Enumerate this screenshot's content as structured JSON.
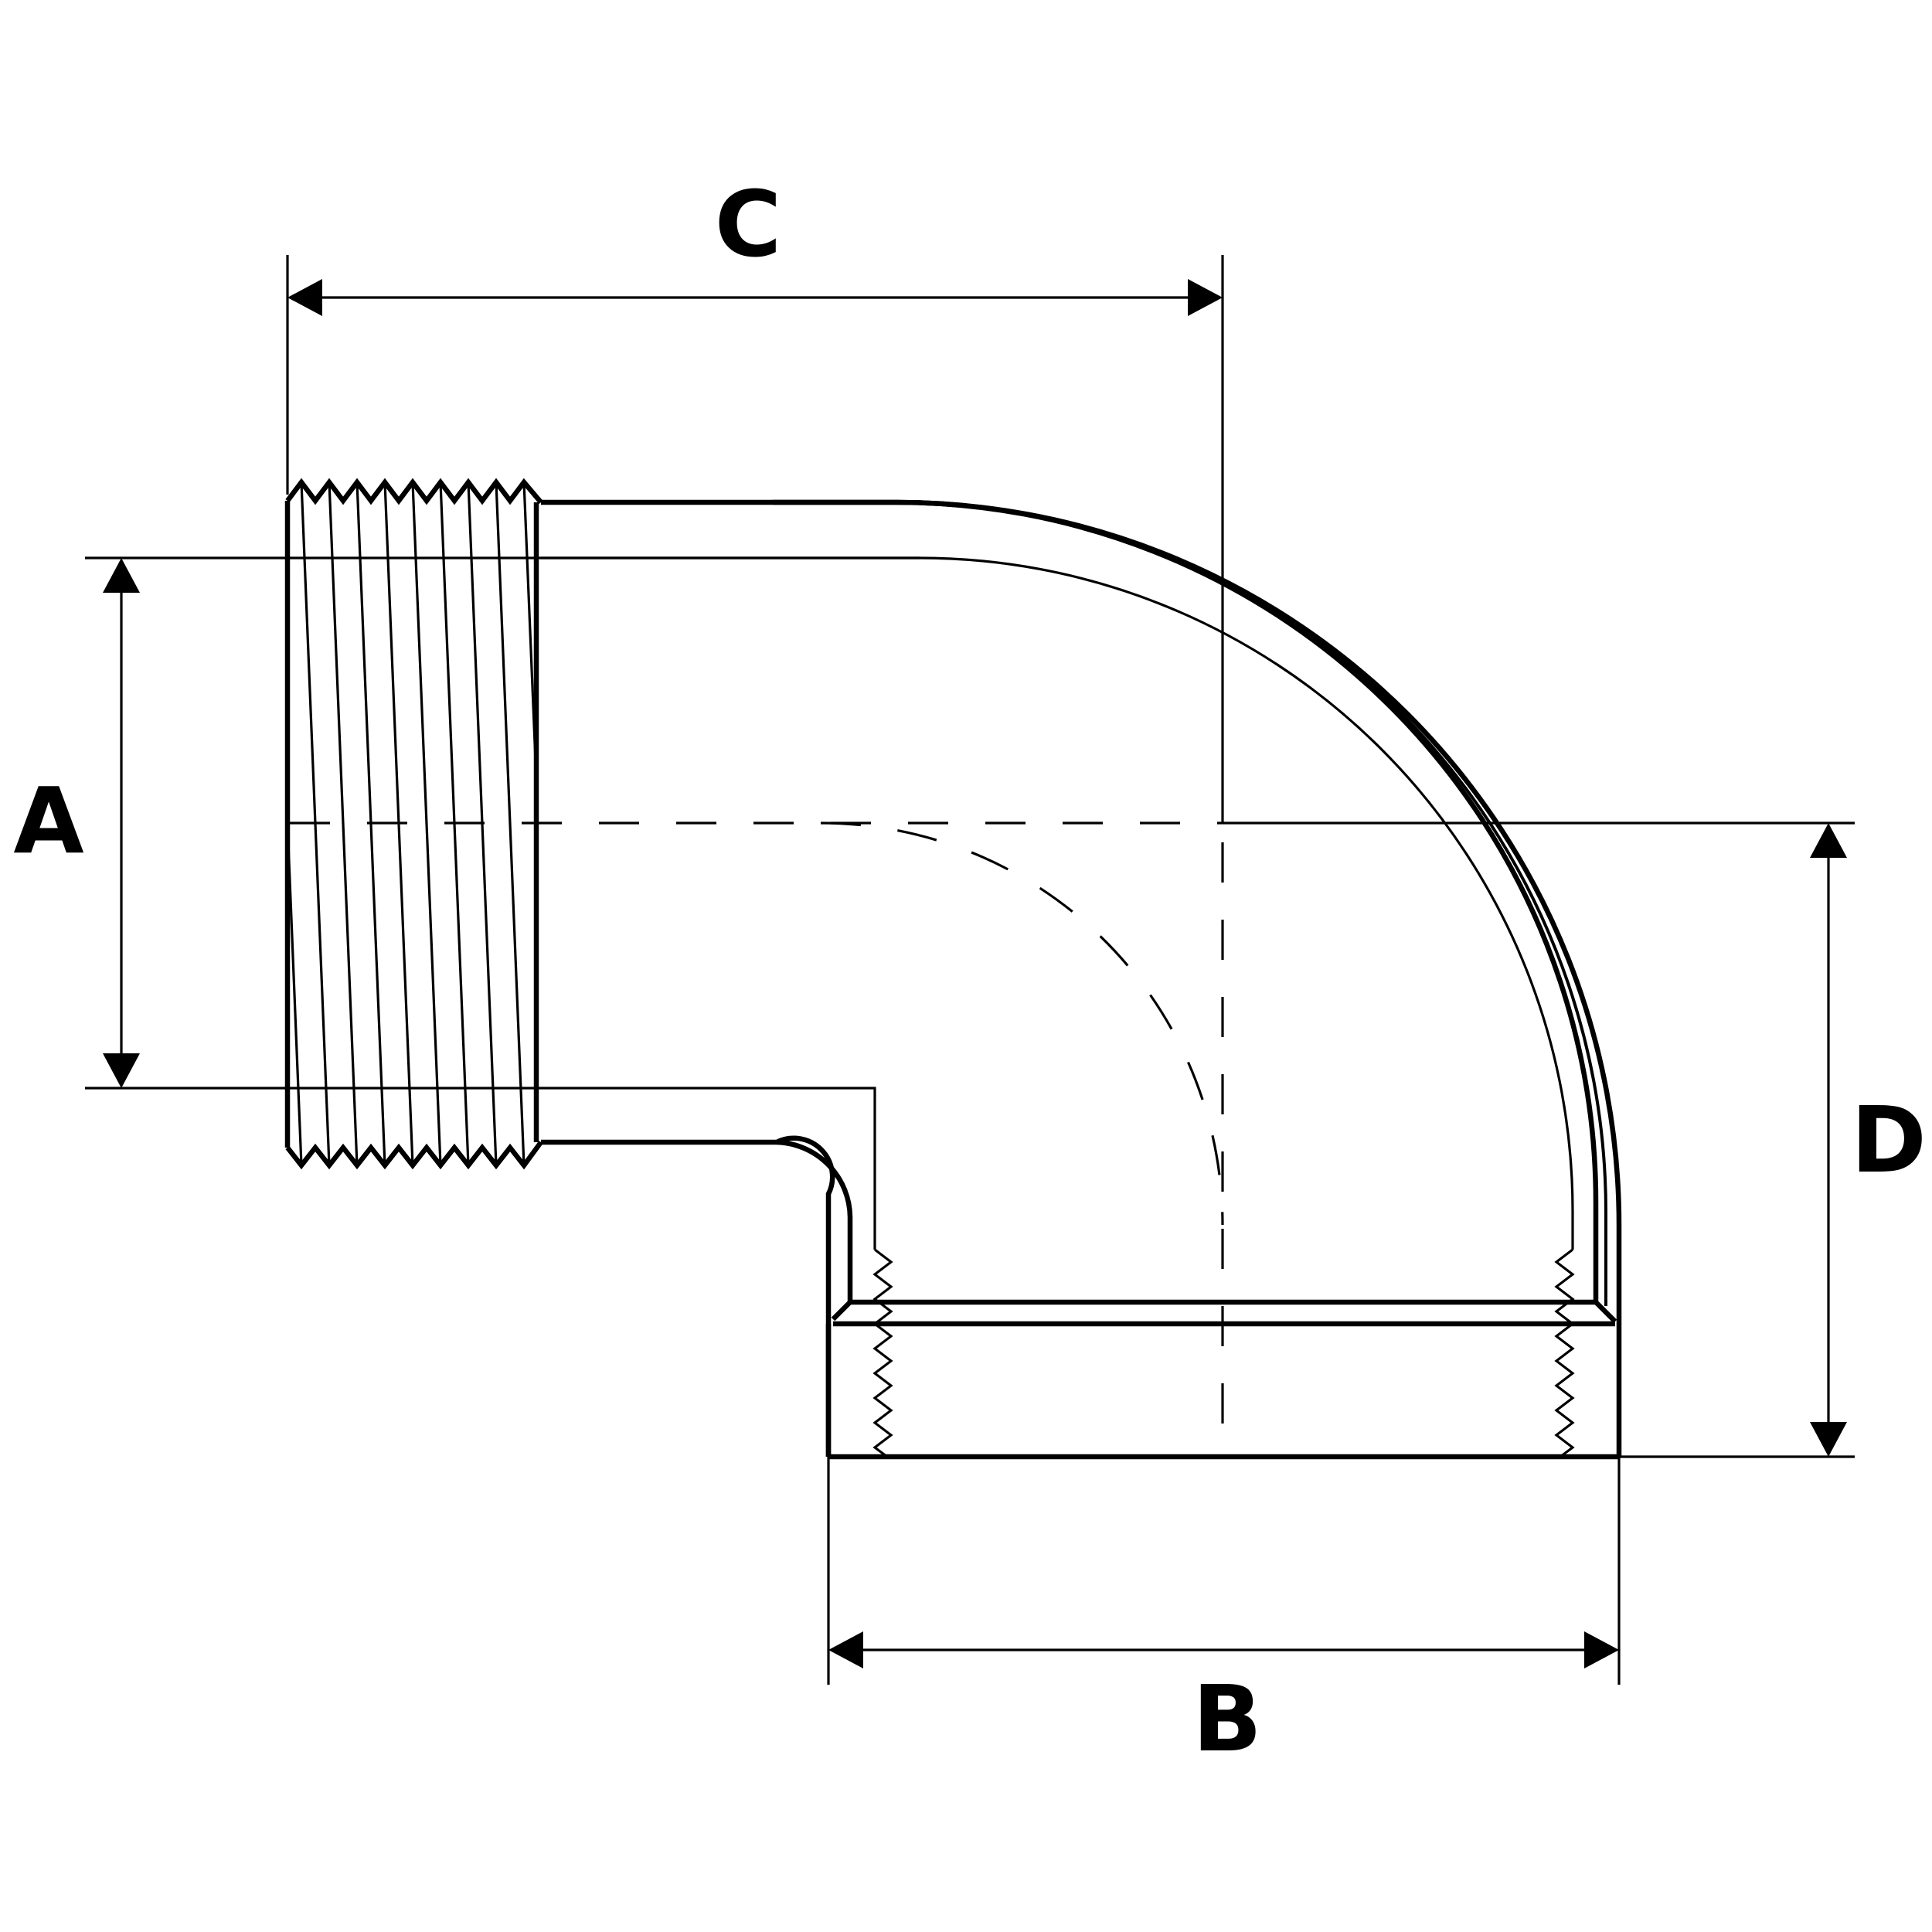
{
  "dimensions": {
    "A": "A",
    "B": "B",
    "C": "C",
    "D": "D"
  },
  "colors": {
    "line": "#000000",
    "background": "#ffffff"
  }
}
